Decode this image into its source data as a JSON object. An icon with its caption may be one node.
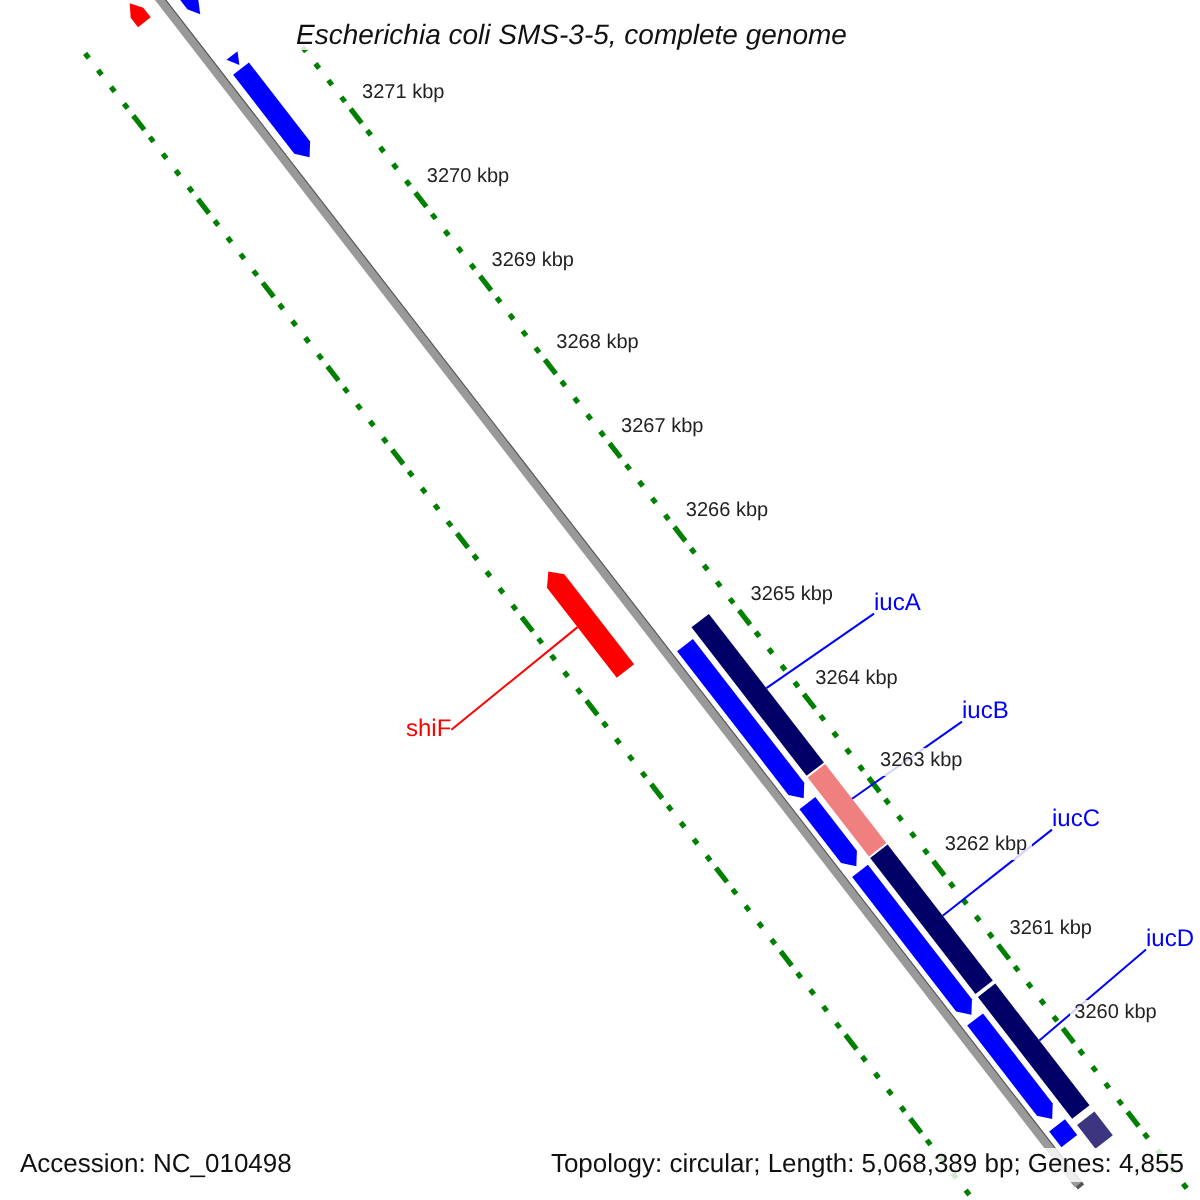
{
  "diagram": {
    "title": "Escherichia coli SMS-3-5, complete genome",
    "nodes": [
      {
        "text": [
          "iucA"
        ]
      },
      {
        "text": [],
        "shape": "bar"
      },
      {
        "text": [
          "iucB"
        ]
      },
      {
        "text": [],
        "shape": "bar"
      },
      {
        "text": [
          "iucC"
        ]
      },
      {
        "text": [],
        "shape": "bar"
      },
      {
        "text": [
          "iucD"
        ]
      },
      {
        "text": [],
        "shape": "bar"
      },
      {
        "text": [
          "shiF"
        ]
      },
      {
        "text": [],
        "shape": "bar"
      },
      {
        "text": [],
        "shape": "bar"
      },
      {
        "text": [],
        "shape": "bar"
      },
      {
        "text": [],
        "shape": "bar"
      },
      {
        "text": [],
        "shape": "bar"
      },
      {
        "text": [],
        "shape": "bar"
      },
      {
        "text": [],
        "shape": "bar"
      },
      {
        "text": [],
        "shape": "bar"
      },
      {
        "text": [],
        "shape": "bar"
      },
      {
        "text": [],
        "shape": "bar"
      },
      {
        "text": [],
        "shape": "bar"
      }
    ],
    "edges": [
      {
        "from": 0,
        "to": 1,
        "arrow": "none"
      },
      {
        "from": 2,
        "to": 3,
        "arrow": "none"
      },
      {
        "from": 4,
        "to": 5,
        "arrow": "none"
      },
      {
        "from": 6,
        "to": 7,
        "arrow": "none"
      },
      {
        "from": 8,
        "to": 9,
        "arrow": "none",
        "color": "#ff0000"
      }
    ],
    "labels": [
      "3271 kbp",
      "3270 kbp",
      "3269 kbp",
      "3268 kbp",
      "3267 kbp",
      "3266 kbp",
      "3265 kbp",
      "3264 kbp",
      "3263 kbp",
      "3262 kbp",
      "3261 kbp",
      "3260 kbp",
      "Accession: NC_010498",
      "Topology: circular; Length: 5,068,389 bp; Genes: 4,855"
    ]
  }
}
